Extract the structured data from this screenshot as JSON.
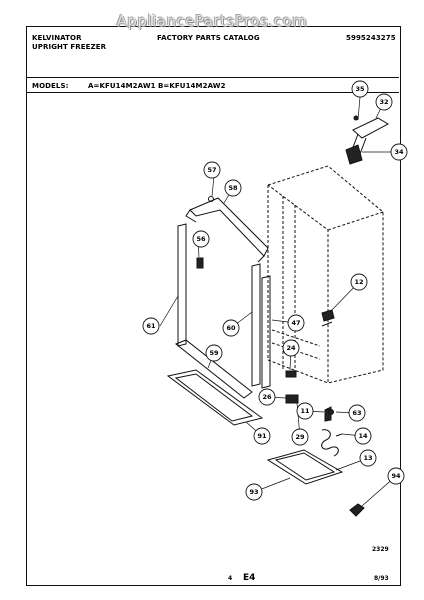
{
  "watermark": "AppliancePartsPros.com",
  "header": {
    "brand": "KELVINATOR",
    "product": "UPRIGHT FREEZER",
    "catalog": "FACTORY PARTS CATALOG",
    "doc_number": "5995243275"
  },
  "models": {
    "label": "MODELS:",
    "model_a": "A=KFU14M2AW1",
    "model_b": "B=KFU14M2AW2"
  },
  "callouts": [
    "35",
    "32",
    "34",
    "57",
    "58",
    "56",
    "12",
    "61",
    "60",
    "47",
    "59",
    "24",
    "26",
    "11",
    "63",
    "91",
    "29",
    "14",
    "13",
    "94",
    "93"
  ],
  "footer": {
    "drawing_no": "2329",
    "page_left": "4",
    "page_code": "E4",
    "date": "8/93"
  }
}
